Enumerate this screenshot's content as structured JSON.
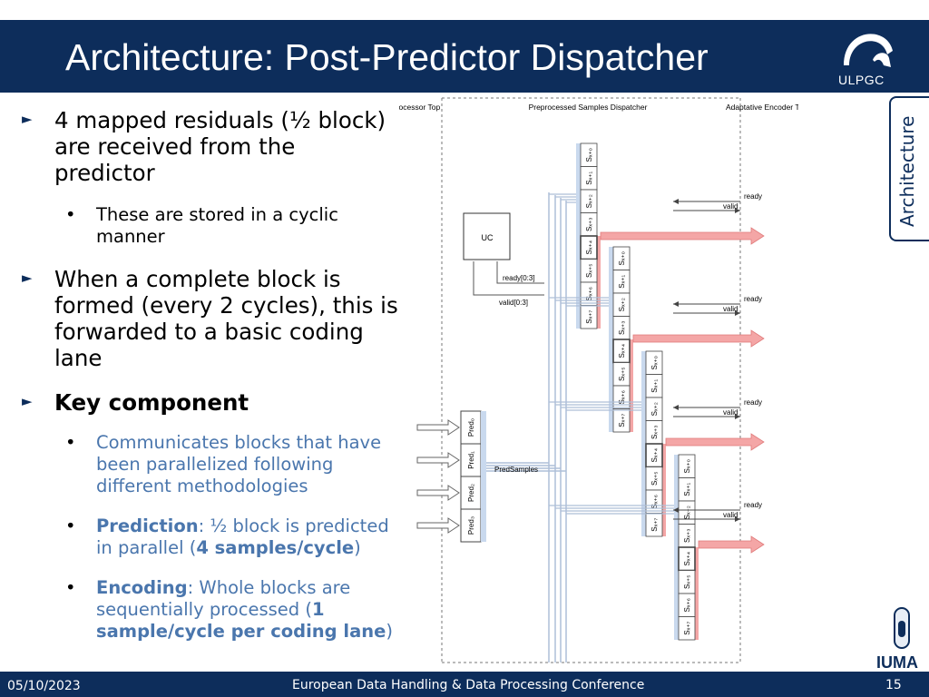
{
  "slide": {
    "title": "Architecture: Post-Predictor Dispatcher",
    "logo_text": "ULPGC",
    "side_tab": "Architecture",
    "footer": {
      "date": "05/10/2023",
      "conference": "European Data Handling & Data Processing Conference",
      "page": "15"
    },
    "iuma_text": "IUMA",
    "colors": {
      "header": "#0d2d5b",
      "accent_text": "#4a76ad",
      "arrow_red": "#f4a6a6",
      "lane_blue": "#c9d9ee"
    }
  },
  "bullets": {
    "b1": "4 mapped residuals (½ block) are received from the predictor",
    "b1_sub": "These are stored in a cyclic manner",
    "b2": "When a complete block is formed (every 2 cycles), this is forwarded to a basic coding lane",
    "b3": "Key component",
    "b3_sub1": "Communicates blocks that have been parallelized following different methodologies",
    "b3_sub2_head": "Prediction",
    "b3_sub2_a": ": ½ block is predicted in parallel (",
    "b3_sub2_num": "4 samples/cycle",
    "b3_sub2_close": ")",
    "b3_sub3_head": "Encoding",
    "b3_sub3_a": ": Whole blocks are sequentially processed (",
    "b3_sub3_num": "1 sample/cycle per coding lane",
    "b3_sub3_close": ")"
  },
  "diagram": {
    "section_preprocessor": "Preprocessor Top",
    "section_dispatcher": "Preprocessed Samples Dispatcher",
    "section_encoder": "Adaptative Encoder Top",
    "uc_label": "UC",
    "ready_bus": "ready[0:3]",
    "valid_bus": "valid[0:3]",
    "pred_samples": "PredSamples",
    "preds": [
      "Pred₀",
      "Pred₁",
      "Pred₂",
      "Pred₃"
    ],
    "cells": [
      "Sₓ₊₀",
      "Sₓ₊₁",
      "Sₓ₊₂",
      "Sₓ₊₃",
      "Sₓ₊₄",
      "Sₓ₊₅",
      "Sₓ₊₆",
      "Sₓ₊₇"
    ],
    "ready": "ready",
    "valid": "valid"
  }
}
